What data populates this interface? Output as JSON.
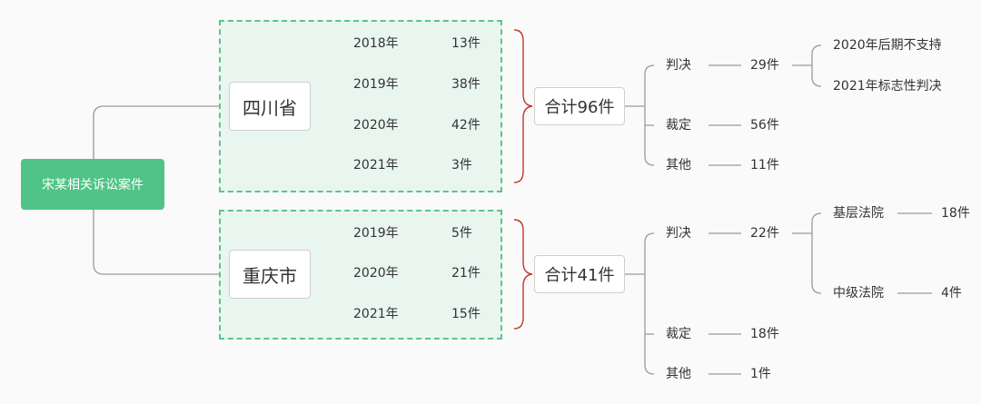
{
  "root": {
    "label": "宋某相关诉讼案件"
  },
  "sichuan": {
    "label": "四川省",
    "years": [
      {
        "year": "2018年",
        "count": "13件"
      },
      {
        "year": "2019年",
        "count": "38件"
      },
      {
        "year": "2020年",
        "count": "42件"
      },
      {
        "year": "2021年",
        "count": "3件"
      }
    ],
    "total": "合计96件",
    "types": [
      {
        "label": "判决",
        "count": "29件"
      },
      {
        "label": "裁定",
        "count": "56件"
      },
      {
        "label": "其他",
        "count": "11件"
      }
    ],
    "sub": [
      {
        "label": "2020年后期不支持"
      },
      {
        "label": "2021年标志性判决"
      }
    ]
  },
  "chongqing": {
    "label": "重庆市",
    "years": [
      {
        "year": "2019年",
        "count": "5件"
      },
      {
        "year": "2020年",
        "count": "21件"
      },
      {
        "year": "2021年",
        "count": "15件"
      }
    ],
    "total": "合计41件",
    "types": [
      {
        "label": "判决",
        "count": "22件"
      },
      {
        "label": "裁定",
        "count": "18件"
      },
      {
        "label": "其他",
        "count": "1件"
      }
    ],
    "sub": [
      {
        "label": "基层法院",
        "count": "18件"
      },
      {
        "label": "中级法院",
        "count": "4件"
      }
    ]
  },
  "colors": {
    "accent": "#4fc486",
    "group_border": "#5ac58c",
    "group_fill": "#e9f5ef",
    "brace": "#c0392b",
    "line": "#999999"
  }
}
